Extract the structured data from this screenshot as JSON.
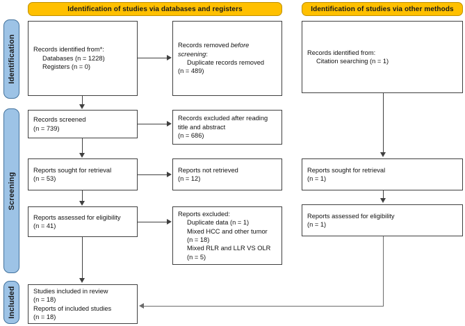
{
  "colors": {
    "banner_fill": "#FFC000",
    "banner_border": "#BF9000",
    "stage_fill": "#9DC3E6",
    "stage_border": "#41719C",
    "box_border": "#3f3f3f",
    "text": "#111111",
    "page_background": "#ffffff"
  },
  "banners": {
    "databases": "Identification of studies via databases and registers",
    "other_methods": "Identification of studies via other methods"
  },
  "stages": {
    "identification": "Identification",
    "screening": "Screening",
    "included": "Included"
  },
  "boxes": {
    "records_identified": {
      "l1": "Records identified from*:",
      "l2": "Databases (n = 1228)",
      "l3": "Registers (n = 0)"
    },
    "records_removed": {
      "l1_a": "Records removed ",
      "l1_b": "before",
      "l2": "screening",
      "l2_tail": ":",
      "l3": "Duplicate records removed",
      "l4": "(n = 489)"
    },
    "records_screened": {
      "l1": "Records screened",
      "l2": "(n = 739)"
    },
    "records_excluded": {
      "l1": "Records excluded after reading",
      "l2": "title and abstract",
      "l3": "(n = 686)"
    },
    "reports_sought": {
      "l1": "Reports sought for retrieval",
      "l2": "(n = 53)"
    },
    "reports_not_retrieved": {
      "l1": "Reports not retrieved",
      "l2": "(n = 12)"
    },
    "reports_assessed": {
      "l1": "Reports assessed for eligibility",
      "l2": "(n = 41)"
    },
    "reports_excluded": {
      "l1": "Reports excluded:",
      "l2": "Duplicate data (n = 1)",
      "l3": "Mixed HCC and other tumor",
      "l4": "(n = 18)",
      "l5": "Mixed RLR and LLR VS OLR",
      "l6": "(n = 5)"
    },
    "studies_included": {
      "l1": "Studies included in review",
      "l2": "(n = 18)",
      "l3": "Reports of included studies",
      "l4": "(n = 18)"
    },
    "other_identified": {
      "l1": "Records identified from:",
      "l2": "Citation searching (n = 1)"
    },
    "other_sought": {
      "l1": "Reports sought for retrieval",
      "l2": "(n = 1)"
    },
    "other_assessed": {
      "l1": "Reports assessed for eligibility",
      "l2": "(n = 1)"
    }
  }
}
